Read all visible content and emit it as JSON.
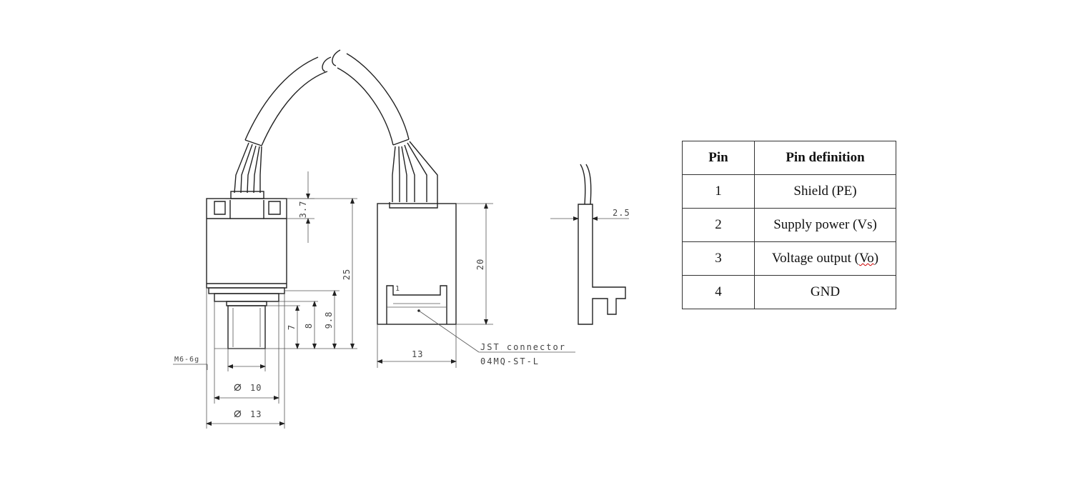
{
  "drawing": {
    "dims": {
      "d_3_7": "3.7",
      "d_25": "25",
      "d_7": "7",
      "d_8": "8",
      "d_9_8": "9.8",
      "d_20": "20",
      "d_2_5": "2.5",
      "d_13_width": "13",
      "thread": "M6-6g",
      "dia_10": "10",
      "dia_13": "13",
      "dia_symbol": "∅"
    },
    "connector_label": "JST connector",
    "connector_part": "04MQ-ST-L",
    "pin1_mark": "1"
  },
  "pin_table": {
    "headers": [
      "Pin",
      "Pin definition"
    ],
    "rows": [
      {
        "pin": "1",
        "definition": "Shield (PE)"
      },
      {
        "pin": "2",
        "definition": "Supply power (Vs)"
      },
      {
        "pin": "3",
        "definition_pre": "Voltage output (",
        "definition_mark": "Vo",
        "definition_post": ")"
      },
      {
        "pin": "4",
        "definition": "GND"
      }
    ]
  }
}
